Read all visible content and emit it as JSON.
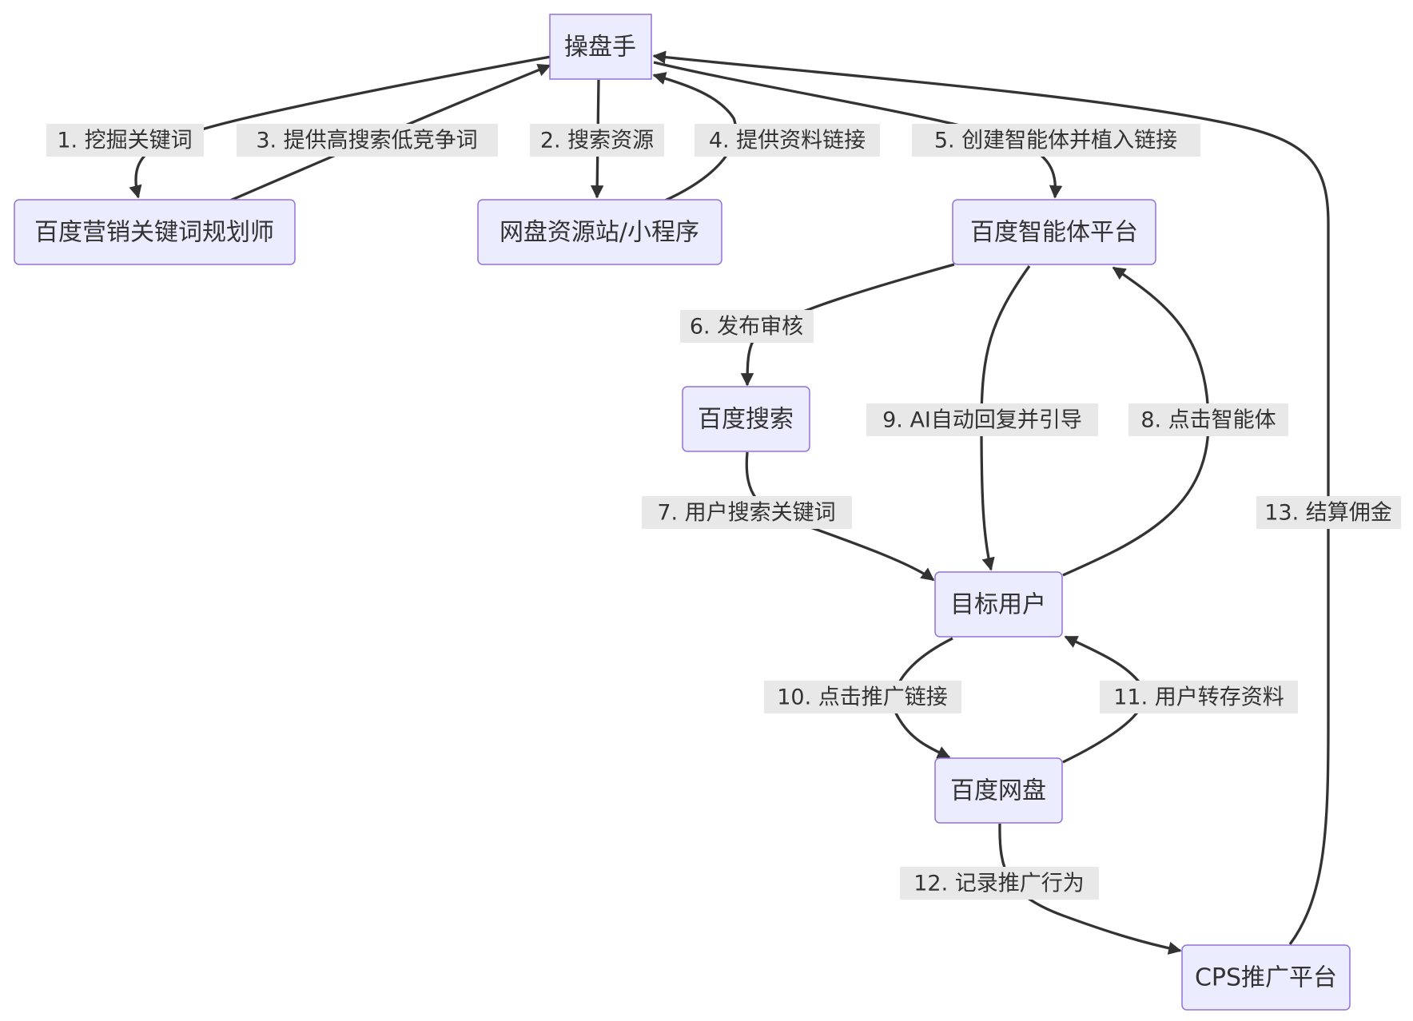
{
  "diagram": {
    "nodes": {
      "operator": "操盘手",
      "keyword_planner": "百度营销关键词规划师",
      "resource_site": "网盘资源站/小程序",
      "agent_platform": "百度智能体平台",
      "baidu_search": "百度搜索",
      "target_user": "目标用户",
      "baidu_pan": "百度网盘",
      "cps_platform": "CPS推广平台"
    },
    "edges": {
      "e1": "1. 挖掘关键词",
      "e2": "2. 搜索资源",
      "e3": "3. 提供高搜索低竞争词",
      "e4": "4. 提供资料链接",
      "e5": "5. 创建智能体并植入链接",
      "e6": "6. 发布审核",
      "e7": "7. 用户搜索关键词",
      "e8": "8. 点击智能体",
      "e9": "9. AI自动回复并引导",
      "e10": "10. 点击推广链接",
      "e11": "11. 用户转存资料",
      "e12": "12. 记录推广行为",
      "e13": "13. 结算佣金"
    }
  },
  "colors": {
    "node_fill": "#ECECFF",
    "node_stroke": "#9370DB",
    "edge": "#333333",
    "label_bg": "#e8e8e8",
    "text": "#333333"
  }
}
